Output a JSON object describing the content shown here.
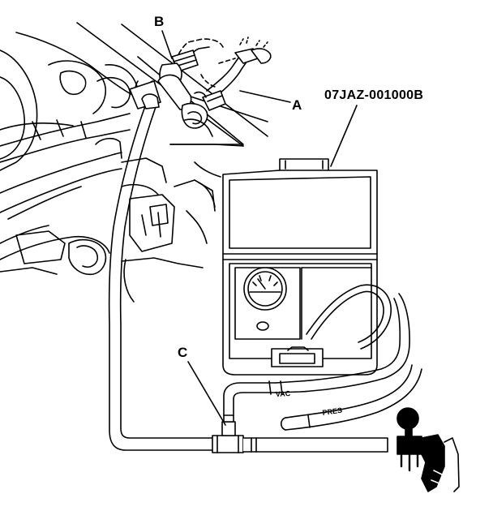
{
  "callouts": {
    "a": "A",
    "b": "B",
    "c": "C",
    "part_number": "07JAZ-001000B"
  },
  "hose_labels": {
    "vac": "VAC",
    "pres": "PRES"
  },
  "colors": {
    "line": "#000000",
    "fill": "#ffffff",
    "shade": "#d9d9d9"
  }
}
